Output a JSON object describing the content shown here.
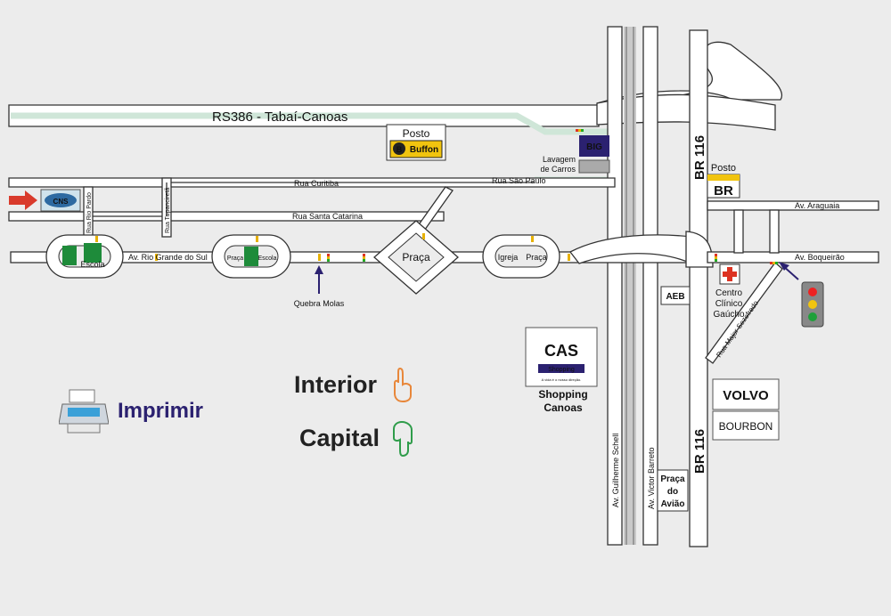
{
  "roads": {
    "rs386": "RS386 - Tabaí-Canoas",
    "rua_curitiba": "Rua Curitiba",
    "rua_sao_paulo": "Rua São Paulo",
    "rua_santa_catarina": "Rua Santa Catarina",
    "av_rio_grande_do_sul": "Av. Rio Grande do Sul",
    "rua_rio_pardo": "Rua Rio Pardo",
    "rua_tupanciretã": "Rua Tupanciretã",
    "br116_top": "BR 116",
    "br116_bottom": "BR 116",
    "av_araguaia": "Av. Araguaia",
    "av_boqueirao": "Av. Boqueirão",
    "rua_major_sezefredo": "Rua Major Sezefredo",
    "av_guilherme_schell": "Av. Guilherme Schell",
    "av_victor_barreto": "Av. Victor Barreto"
  },
  "places": {
    "posto_buffon": "Posto",
    "buffon_brand": "Buffon",
    "big": "BIG",
    "lavagem": [
      "Lavagem",
      "de Carros"
    ],
    "posto_br": "Posto",
    "br_brand": "BR",
    "escola_1": "Escola",
    "praca_1": "Praça",
    "escola_2": "Escola",
    "praca_center": "Praça",
    "igreja": "Igreja",
    "praca_2": "Praça",
    "quebra_molas": "Quebra Molas",
    "aeb": "AEB",
    "centro_clinico": [
      "Centro",
      "Clínico",
      "Gaúcho"
    ],
    "shopping": [
      "Shopping",
      "Canoas"
    ],
    "shopping_logo_sub": "Shopping",
    "shopping_logo_tag": "A vida é o nosso direção.",
    "praca_aviao": [
      "Praça",
      "do",
      "Avião"
    ],
    "volvo": "VOLVO",
    "bourbon": "BOURBON",
    "company_logo": "CNS"
  },
  "actions": {
    "print": "Imprimir",
    "interior": "Interior",
    "capital": "Capital"
  },
  "icons": {
    "start_arrow": "red-arrow-icon",
    "print": "printer-icon",
    "interior": "pointing-hand-orange-icon",
    "capital": "pointing-hand-green-icon",
    "traffic_light": "traffic-light-icon",
    "hospital": "red-cross-icon"
  },
  "colors": {
    "background": "#ececec",
    "route": "#cfe6d8",
    "brand_text": "#2b2170",
    "arrow": "#d93a2b",
    "interior_hand": "#e8873a",
    "capital_hand": "#2f9c4a",
    "volvo": "#1d2a78",
    "bourbon": "#9a2a2a"
  }
}
